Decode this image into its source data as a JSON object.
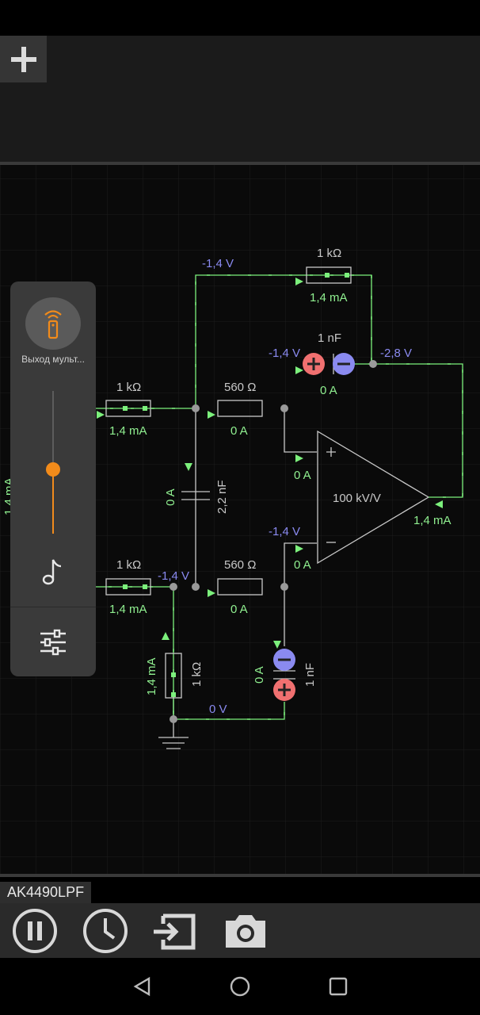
{
  "app": {
    "circuit_name": "AK4490LPF",
    "side_panel": {
      "remote_label": "Выход мульт...",
      "volume_level": 0.45
    }
  },
  "icons": {
    "add": "plus-icon",
    "remote": "remote-control-icon",
    "note": "music-note-icon",
    "equalizer": "sliders-icon",
    "pause": "pause-icon",
    "clock": "clock-icon",
    "export": "export-icon",
    "camera": "camera-icon",
    "back": "back-triangle-icon",
    "home": "home-circle-icon",
    "recents": "recents-square-icon"
  },
  "colors": {
    "wire_active": "#7cf07c",
    "voltage": "#8a8af0",
    "current": "#90f090",
    "component": "#c8c8c8",
    "cap_plus": "#f07070",
    "cap_minus": "#8a8af0",
    "accent": "#f28b1a"
  },
  "circuit": {
    "labels": {
      "r_fb": "1 kΩ",
      "r_fb_current": "1,4 mA",
      "v_top": "-1,4 V",
      "c_top": "1 nF",
      "c_top_voltage": "-1,4 V",
      "c_top_current": "0 A",
      "v_out": "-2,8 V",
      "r_in1": "1 kΩ",
      "r_in1_current": "1,4 mA",
      "r_560_1": "560 Ω",
      "r_560_1_current": "0 A",
      "opamp_plus_current": "0 A",
      "c_mid": "2,2 nF",
      "c_mid_current": "0 A",
      "opamp_gain": "100 kV/V",
      "opamp_out_current": "1,4 mA",
      "v_minus_in": "-1,4 V",
      "opamp_minus_current": "0 A",
      "r_in2": "1 kΩ",
      "r_in2_current": "1,4 mA",
      "v_node2": "-1,4 V",
      "r_560_2": "560 Ω",
      "r_560_2_current": "0 A",
      "r_gnd_current": "1,4 mA",
      "r_gnd": "1 kΩ",
      "c_bot_current": "0 A",
      "c_bot": "1 nF",
      "v_gnd": "0 V",
      "left_edge_current": "1,4 mA"
    }
  }
}
